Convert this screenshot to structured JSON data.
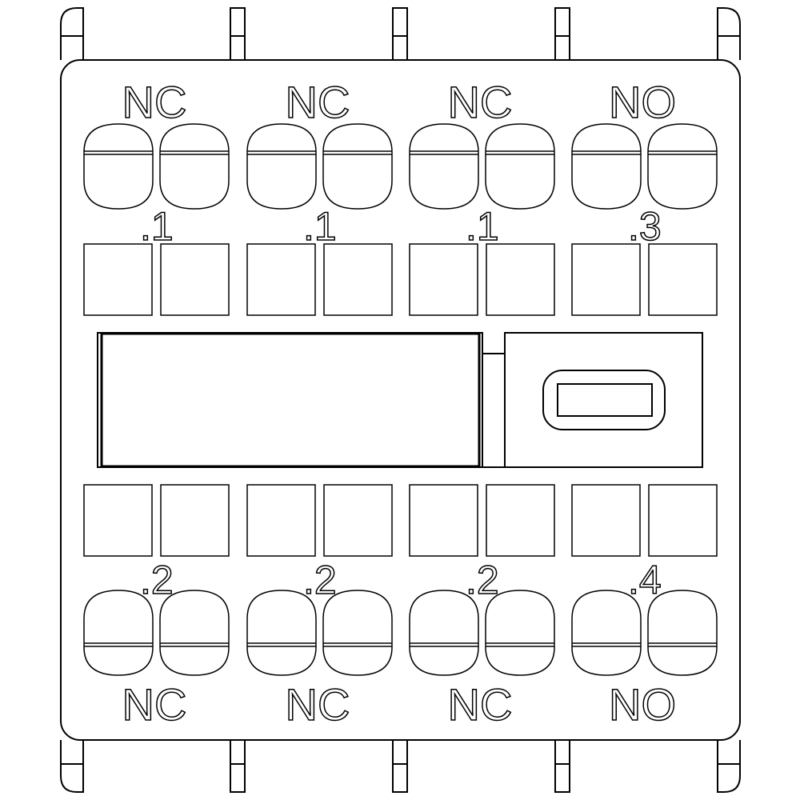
{
  "diagram": {
    "type": "auxiliary-contact-block-terminal-face",
    "top_row": {
      "labels": [
        "NC",
        "NC",
        "NC",
        "NO"
      ],
      "terminal_numbers": [
        ".1",
        ".1",
        ".1",
        ".3"
      ]
    },
    "bottom_row": {
      "labels": [
        "NC",
        "NC",
        "NC",
        "NO"
      ],
      "terminal_numbers": [
        ".2",
        ".2",
        ".2",
        ".4"
      ]
    },
    "stroke_color": "#000000",
    "background_color": "#ffffff"
  }
}
